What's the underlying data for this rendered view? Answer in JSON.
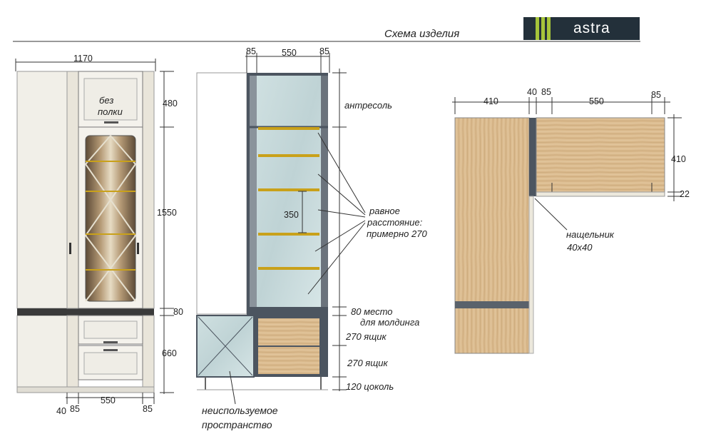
{
  "header": {
    "title": "Схема изделия",
    "logo_text": "astra"
  },
  "front_view": {
    "width": "1170",
    "heights": [
      "480",
      "1550",
      "80",
      "660"
    ],
    "widths_bottom": [
      "40",
      "85",
      "550",
      "85"
    ],
    "note_line1": "без",
    "note_line2": "полки"
  },
  "side_view": {
    "widths_top": [
      "85",
      "550",
      "85"
    ],
    "shelf_gap": "350",
    "labels": {
      "entresol": "антресоль",
      "equal_spacing_1": "равное",
      "equal_spacing_2": "расстояние:",
      "equal_spacing_3": "примерно 270",
      "molding_1": "80 место",
      "molding_2": "для молдинга",
      "drawer_1": "270 ящик",
      "drawer_2": "270 ящик",
      "plinth": "120 цоколь",
      "unused_1": "неиспользуемое",
      "unused_2": "пространство"
    }
  },
  "plan_view": {
    "widths_top": [
      "410",
      "40",
      "85",
      "550",
      "85"
    ],
    "depths": [
      "410",
      "22"
    ],
    "label_1": "нащельник",
    "label_2": "40х40"
  },
  "colors": {
    "wood": "#d9b98c",
    "wood_dark": "#b98f5e",
    "glass": "#c9dcdd",
    "frame": "#4c5560",
    "shelf": "#c9a11a",
    "cabinet_white": "#f1efe8",
    "logo_bg": "#23303a",
    "logo_accent": "#a6c43a"
  }
}
